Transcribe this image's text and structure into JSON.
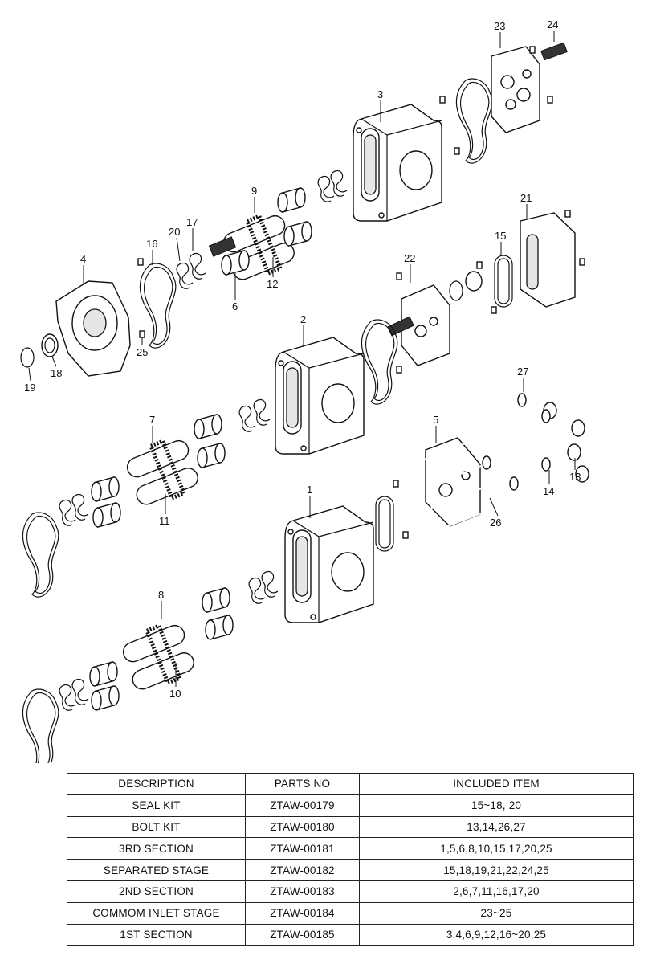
{
  "callouts": [
    "1",
    "2",
    "3",
    "4",
    "5",
    "6",
    "7",
    "8",
    "9",
    "10",
    "11",
    "12",
    "13",
    "14",
    "15",
    "16",
    "17",
    "18",
    "19",
    "20",
    "21",
    "22",
    "23",
    "24",
    "25",
    "26",
    "27"
  ],
  "table": {
    "headers": [
      "DESCRIPTION",
      "PARTS NO",
      "INCLUDED ITEM"
    ],
    "rows": [
      [
        "SEAL KIT",
        "ZTAW-00179",
        "15~18, 20"
      ],
      [
        "BOLT KIT",
        "ZTAW-00180",
        "13,14,26,27"
      ],
      [
        "3RD SECTION",
        "ZTAW-00181",
        "1,5,6,8,10,15,17,20,25"
      ],
      [
        "SEPARATED STAGE",
        "ZTAW-00182",
        "15,18,19,21,22,24,25"
      ],
      [
        "2ND SECTION",
        "ZTAW-00183",
        "2,6,7,11,16,17,20"
      ],
      [
        "COMMOM INLET STAGE",
        "ZTAW-00184",
        "23~25"
      ],
      [
        "1ST SECTION",
        "ZTAW-00185",
        "3,4,6,9,12,16~20,25"
      ]
    ]
  }
}
